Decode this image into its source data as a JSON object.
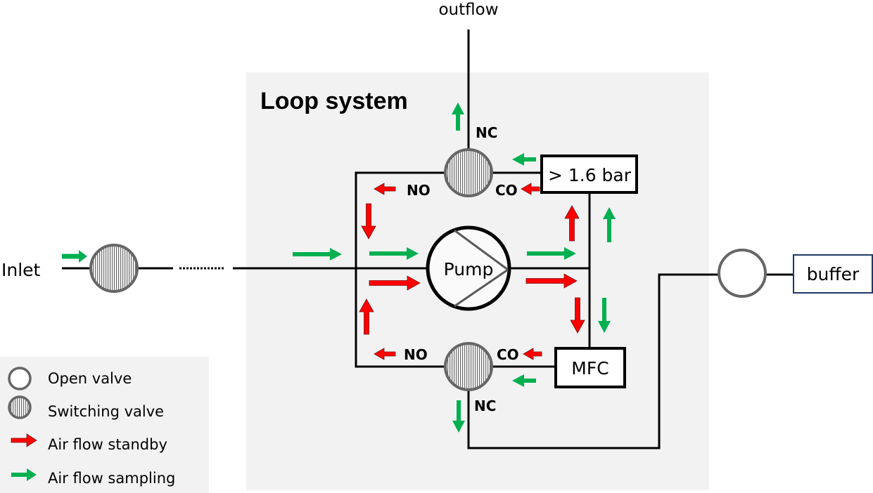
{
  "diagram": {
    "title": "Loop system",
    "outflow_label": "outflow",
    "inlet_label": "Inlet",
    "pump_label": "Pump",
    "pressure_box_label": "> 1.6 bar",
    "mfc_label": "MFC",
    "buffer_label": "buffer",
    "top_valve": {
      "nc": "NC",
      "no": "NO",
      "co": "CO"
    },
    "bottom_valve": {
      "nc": "NC",
      "no": "NO",
      "co": "CO"
    }
  },
  "legend": {
    "items": [
      {
        "label": "Open valve",
        "icon": "open-valve-icon"
      },
      {
        "label": "Switching valve",
        "icon": "switching-valve-icon"
      },
      {
        "label": "Air flow standby",
        "icon": "red-arrow-icon"
      },
      {
        "label": "Air flow sampling",
        "icon": "green-arrow-icon"
      }
    ]
  },
  "colors": {
    "standby": "#ff0000",
    "sampling": "#00b050",
    "panel": "#f2f2f2",
    "valve_stroke": "#595959",
    "buffer_border": "#1f3864"
  }
}
